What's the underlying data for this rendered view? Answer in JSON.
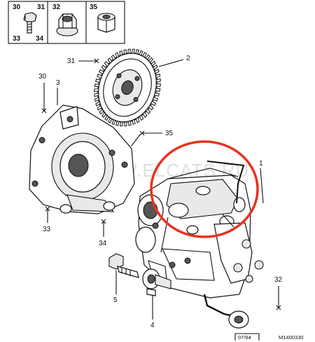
{
  "legend": {
    "cells": [
      {
        "top_left": "30",
        "top_right": "31",
        "bottom_left": "33",
        "bottom_right": "34",
        "icon": "bolt-icon"
      },
      {
        "top_left": "32",
        "icon": "flange-nut-icon"
      },
      {
        "top_left": "35",
        "icon": "spacer-sleeve-icon"
      }
    ]
  },
  "callouts": {
    "c1": "1",
    "c2": "2",
    "c3": "3",
    "c4": "4",
    "c5": "5",
    "c30": "30",
    "c31": "31",
    "c32": "32",
    "c33": "33",
    "c34": "34",
    "c35": "35"
  },
  "footer": {
    "date": "07/94",
    "ref": "M1400330"
  },
  "watermark": "WWW.ELCATS.RU",
  "colors": {
    "highlight_circle": "#e8321e",
    "ink": "#111111"
  }
}
